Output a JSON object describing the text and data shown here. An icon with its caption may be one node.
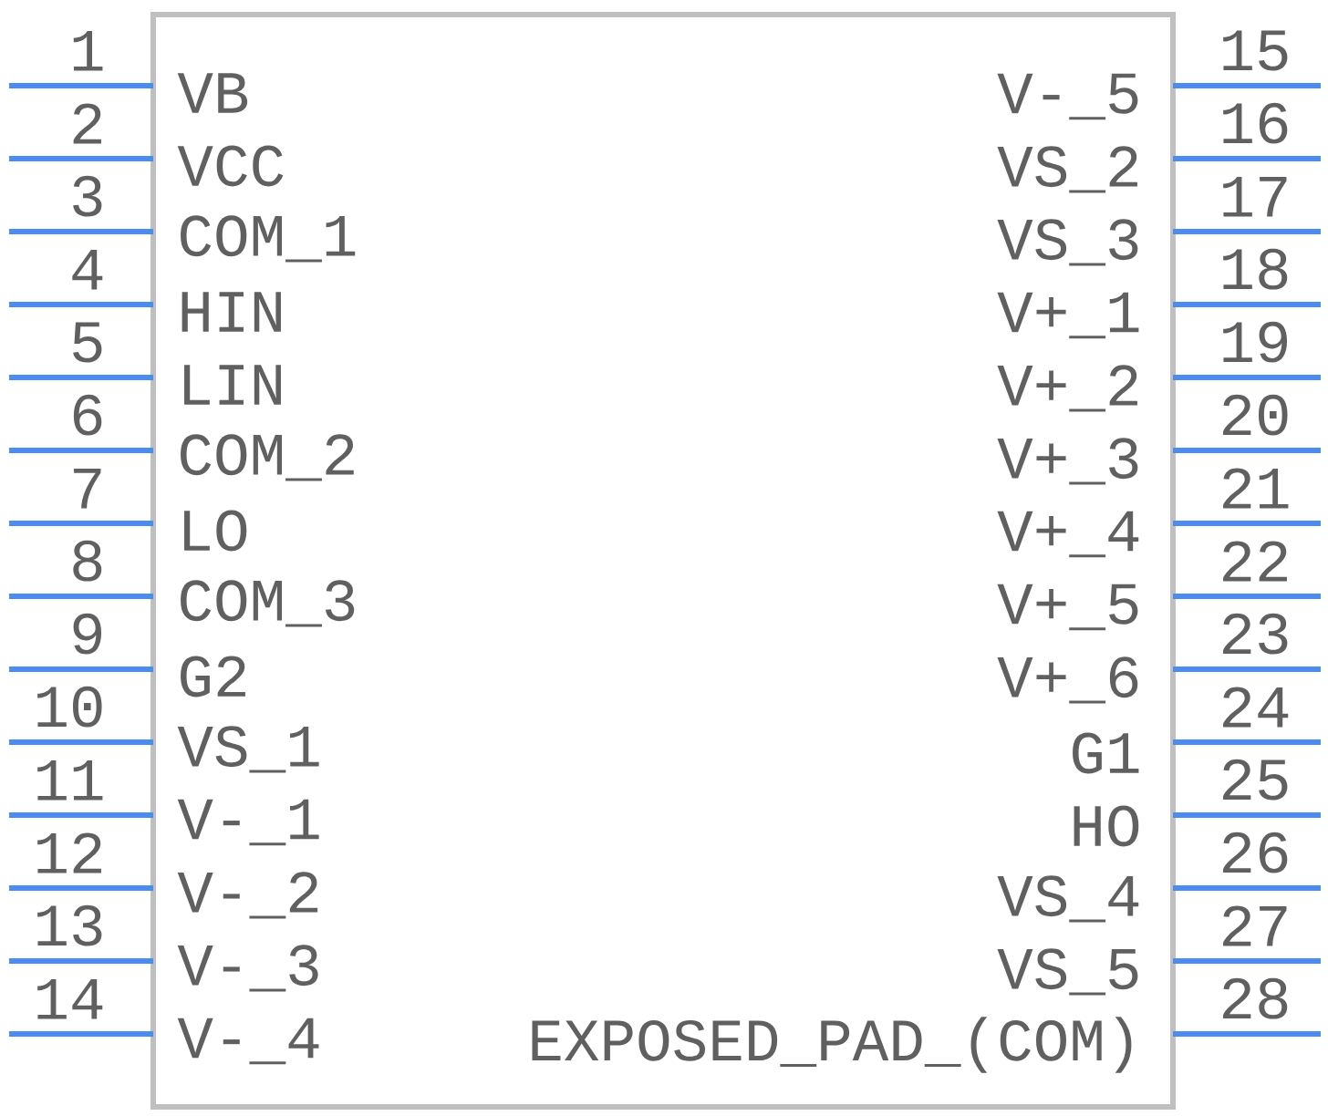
{
  "diagram": {
    "nodes": [
      {
        "text": [
          "VB",
          "VCC",
          "COM_1",
          "HIN",
          "LIN",
          "COM_2",
          "LO",
          "COM_3",
          "G2",
          "VS_1",
          "V-_1",
          "V-_2",
          "V-_3",
          "V-_4",
          "V-_5",
          "VS_2",
          "VS_3",
          "V+_1",
          "V+_2",
          "V+_3",
          "V+_4",
          "V+_5",
          "V+_6",
          "G1",
          "HO",
          "VS_4",
          "VS_5",
          "EXPOSED_PAD_(COM)"
        ]
      }
    ],
    "labels": [
      "1",
      "2",
      "3",
      "4",
      "5",
      "6",
      "7",
      "8",
      "9",
      "10",
      "11",
      "12",
      "13",
      "14",
      "15",
      "16",
      "17",
      "18",
      "19",
      "20",
      "21",
      "22",
      "23",
      "24",
      "25",
      "26",
      "27",
      "28"
    ]
  }
}
